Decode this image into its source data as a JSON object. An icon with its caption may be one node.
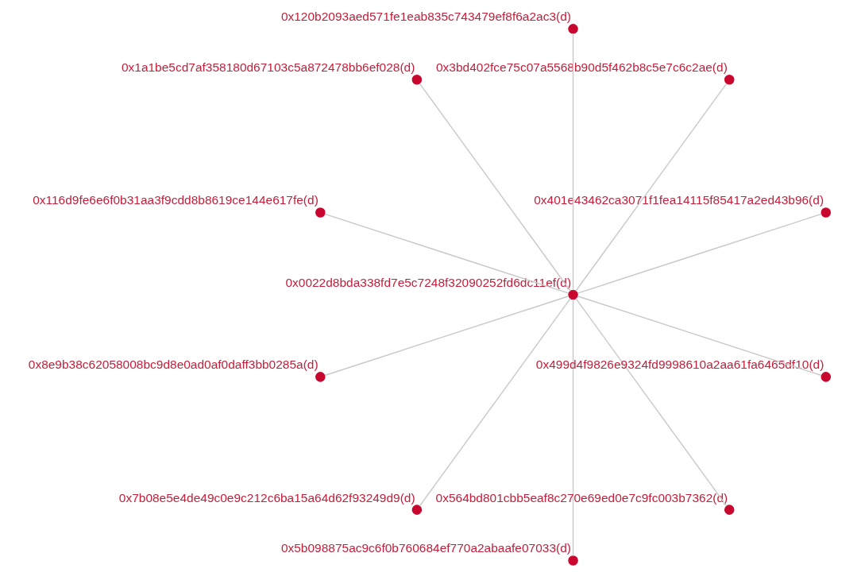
{
  "diagram": {
    "nodes": [
      {
        "text": [
          "0x120b2093aed571fe1eab835c743479ef8f6a2ac3(d)"
        ]
      },
      {
        "text": [
          "0x3bd402fce75c07a5568b90d5f462b8c5e7c6c2ae(d)"
        ]
      },
      {
        "text": [
          "0x1a1be5cd7af358180d67103c5a872478bb6ef028(d)"
        ]
      },
      {
        "text": [
          "0x116d9fe6e6f0b31aa3f9cdd8b8619ce144e617fe(d)"
        ]
      },
      {
        "text": [
          "0x401e43462ca3071f1fea14115f85417a2ed43b96(d)"
        ]
      },
      {
        "text": [
          "0x0022d8bda338fd7e5c7248f32090252fd6dc11ef(d)"
        ]
      },
      {
        "text": [
          "0x8e9b38c62058008bc9d8e0ad0af0daff3bb0285a(d)"
        ]
      },
      {
        "text": [
          "0x499d4f9826e9324fd9998610a2aa61fa6465df10(d)"
        ]
      },
      {
        "text": [
          "0x7b08e5e4de49c0e9c212c6ba15a64d62f93249d9(d)"
        ]
      },
      {
        "text": [
          "0x564bd801cbb5eaf8c270e69ed0e7c9fc003b7362(d)"
        ]
      },
      {
        "text": [
          "0x5b098875ac9c6f0b760684ef770a2abaafe07033(d)"
        ]
      }
    ],
    "edges": [
      {
        "from": 5,
        "to": 0,
        "arrow": "none"
      },
      {
        "from": 5,
        "to": 1,
        "arrow": "none"
      },
      {
        "from": 5,
        "to": 2,
        "arrow": "none"
      },
      {
        "from": 5,
        "to": 3,
        "arrow": "none"
      },
      {
        "from": 5,
        "to": 4,
        "arrow": "none"
      },
      {
        "from": 5,
        "to": 6,
        "arrow": "none"
      },
      {
        "from": 5,
        "to": 7,
        "arrow": "none"
      },
      {
        "from": 5,
        "to": 8,
        "arrow": "none"
      },
      {
        "from": 5,
        "to": 9,
        "arrow": "none"
      },
      {
        "from": 5,
        "to": 10,
        "arrow": "none"
      }
    ]
  }
}
